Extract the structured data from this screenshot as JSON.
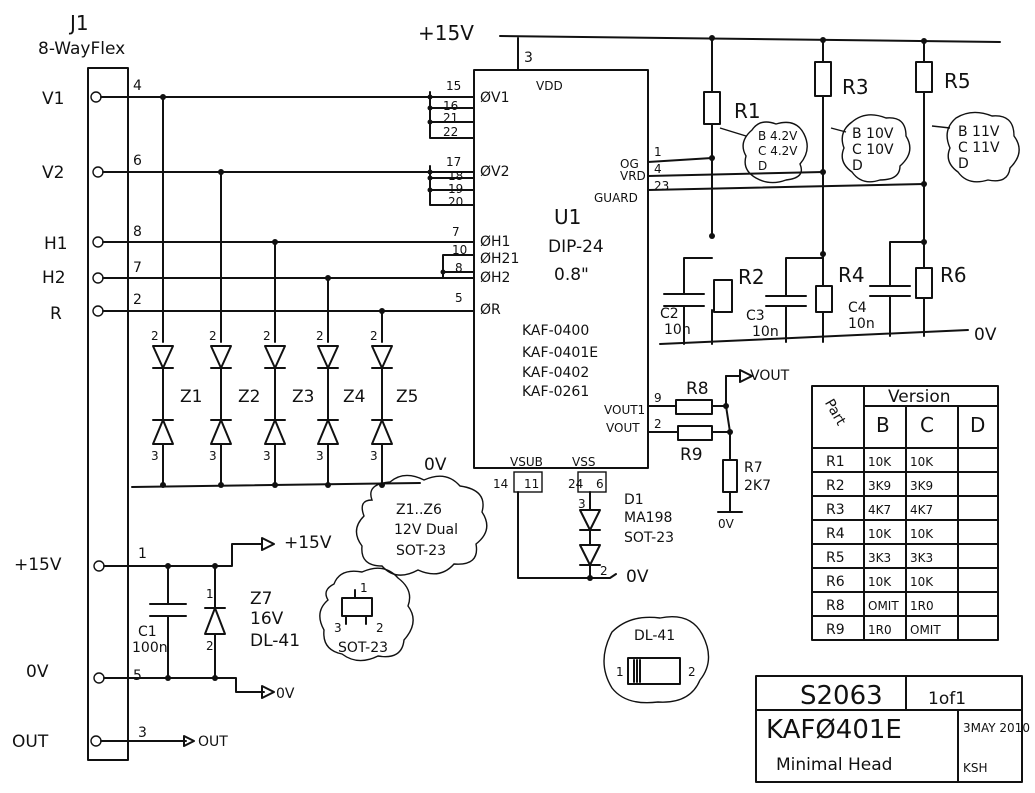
{
  "connector": {
    "ref": "J1",
    "desc": "8-WayFlex",
    "pins": [
      {
        "label": "V1",
        "num": "4"
      },
      {
        "label": "V2",
        "num": "6"
      },
      {
        "label": "H1",
        "num": "8"
      },
      {
        "label": "H2",
        "num": "7"
      },
      {
        "label": "R",
        "num": "2"
      },
      {
        "label": "+15V",
        "num": "1"
      },
      {
        "label": "0V",
        "num": "5"
      },
      {
        "label": "OUT",
        "num": "3"
      }
    ]
  },
  "rails": {
    "p15": "+15V",
    "gnd": "0V",
    "out": "OUT"
  },
  "ic": {
    "ref": "U1",
    "pkg": "DIP-24",
    "width": "0.8\"",
    "parts": [
      "KAF-0400",
      "KAF-0401E",
      "KAF-0402",
      "KAF-0261"
    ],
    "vdd": "VDD",
    "vdd_pin": "3",
    "left_pins": [
      {
        "pin": "15",
        "name": "ØV1"
      },
      {
        "pin": "16",
        "name": ""
      },
      {
        "pin": "21",
        "name": ""
      },
      {
        "pin": "22",
        "name": ""
      },
      {
        "pin": "17",
        "name": "ØV2"
      },
      {
        "pin": "18",
        "name": ""
      },
      {
        "pin": "19",
        "name": ""
      },
      {
        "pin": "20",
        "name": ""
      },
      {
        "pin": "7",
        "name": "ØH1"
      },
      {
        "pin": "10",
        "name": "ØH21"
      },
      {
        "pin": "8",
        "name": "ØH2"
      },
      {
        "pin": "5",
        "name": "ØR"
      }
    ],
    "right_pins": [
      {
        "pin": "1",
        "name": "OG"
      },
      {
        "pin": "4",
        "name": "VRD"
      },
      {
        "pin": "23",
        "name": "GUARD"
      },
      {
        "pin": "9",
        "name": "VOUT1"
      },
      {
        "pin": "2",
        "name": "VOUT"
      }
    ],
    "bottom": [
      {
        "name": "VSUB",
        "pins": [
          "14",
          "11"
        ]
      },
      {
        "name": "VSS",
        "pins": [
          "24",
          "6"
        ]
      }
    ]
  },
  "resistors": [
    {
      "ref": "R1"
    },
    {
      "ref": "R2"
    },
    {
      "ref": "R3"
    },
    {
      "ref": "R4"
    },
    {
      "ref": "R5"
    },
    {
      "ref": "R6"
    },
    {
      "ref": "R8"
    },
    {
      "ref": "R9"
    },
    {
      "ref": "R7",
      "value": "2K7"
    }
  ],
  "voltage_notes": [
    {
      "lines": [
        "B 4.2V",
        "C 4.2V",
        "D"
      ]
    },
    {
      "lines": [
        "B 10V",
        "C 10V",
        "D"
      ]
    },
    {
      "lines": [
        "B 11V",
        "C 11V",
        "D"
      ]
    }
  ],
  "capacitors": [
    {
      "ref": "C1",
      "value": "100n"
    },
    {
      "ref": "C2",
      "value": "10n"
    },
    {
      "ref": "C3",
      "value": "10n"
    },
    {
      "ref": "C4",
      "value": "10n"
    }
  ],
  "zeners": {
    "refs": [
      "Z1",
      "Z2",
      "Z3",
      "Z4",
      "Z5"
    ],
    "pin_top": "2",
    "pin_bot": "3",
    "note": [
      "Z1..Z6",
      "12V Dual",
      "SOT-23"
    ]
  },
  "z7": {
    "ref": "Z7",
    "value": "16V",
    "pkg": "DL-41",
    "pin1": "1",
    "pin2": "2"
  },
  "d1": {
    "ref": "D1",
    "part": "MA198",
    "pkg": "SOT-23",
    "pin3": "3",
    "pin2": "2"
  },
  "sot_bubble": {
    "pins": [
      "1",
      "3",
      "2"
    ],
    "label": "SOT-23"
  },
  "dl_box": {
    "label": "DL-41",
    "pin1": "1",
    "pin2": "2"
  },
  "vout_label": "VOUT",
  "table": {
    "header_part": "Part",
    "header_version": "Version",
    "cols": [
      "B",
      "C",
      "D"
    ],
    "rows": [
      {
        "part": "R1",
        "b": "10K",
        "c": "10K",
        "d": ""
      },
      {
        "part": "R2",
        "b": "3K9",
        "c": "3K9",
        "d": ""
      },
      {
        "part": "R3",
        "b": "4K7",
        "c": "4K7",
        "d": ""
      },
      {
        "part": "R4",
        "b": "10K",
        "c": "10K",
        "d": ""
      },
      {
        "part": "R5",
        "b": "3K3",
        "c": "3K3",
        "d": ""
      },
      {
        "part": "R6",
        "b": "10K",
        "c": "10K",
        "d": ""
      },
      {
        "part": "R8",
        "b": "OMIT",
        "c": "1R0",
        "d": ""
      },
      {
        "part": "R9",
        "b": "1R0",
        "c": "OMIT",
        "d": ""
      }
    ]
  },
  "title_block": {
    "number": "S2063",
    "sheet": "1of1",
    "title": "KAFØ401E",
    "subtitle": "Minimal Head",
    "date": "3MAY 2010",
    "author": "KSH"
  }
}
